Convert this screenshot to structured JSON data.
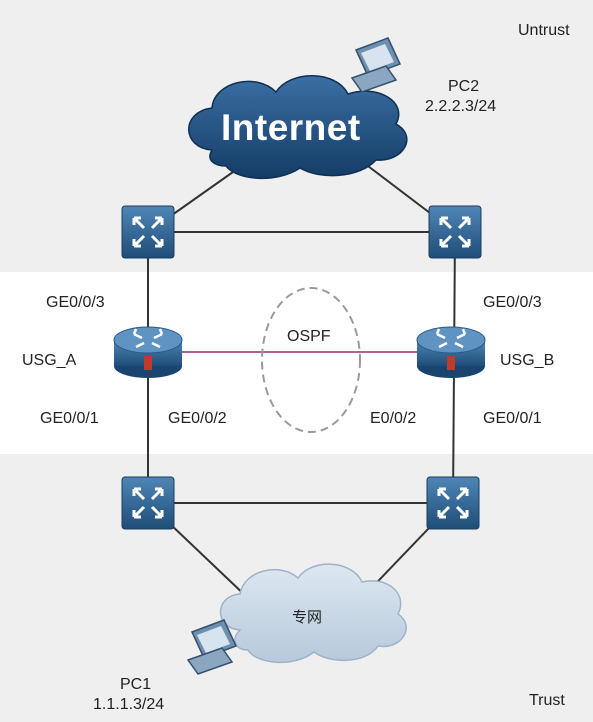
{
  "zones": {
    "untrust": "Untrust",
    "trust": "Trust"
  },
  "internet": {
    "label": "Internet"
  },
  "private_network": {
    "label": "专网"
  },
  "pc2": {
    "name": "PC2",
    "ip": "2.2.2.3/24"
  },
  "pc1": {
    "name": "PC1",
    "ip": "1.1.1.3/24"
  },
  "usg_a": {
    "name": "USG_A",
    "port_up": "GE0/0/3",
    "port_down": "GE0/0/1",
    "port_link": "GE0/0/2"
  },
  "usg_b": {
    "name": "USG_B",
    "port_up": "GE0/0/3",
    "port_down": "GE0/0/1",
    "port_link": "E0/0/2"
  },
  "protocol": {
    "label": "OSPF"
  },
  "colors": {
    "device_blue": "#2d5f8c",
    "heartbeat_link": "#b0619a",
    "zone_gray": "#efefef",
    "cloud_blue": "#1e4a7a",
    "cloud_light": "#c9d8e8"
  }
}
